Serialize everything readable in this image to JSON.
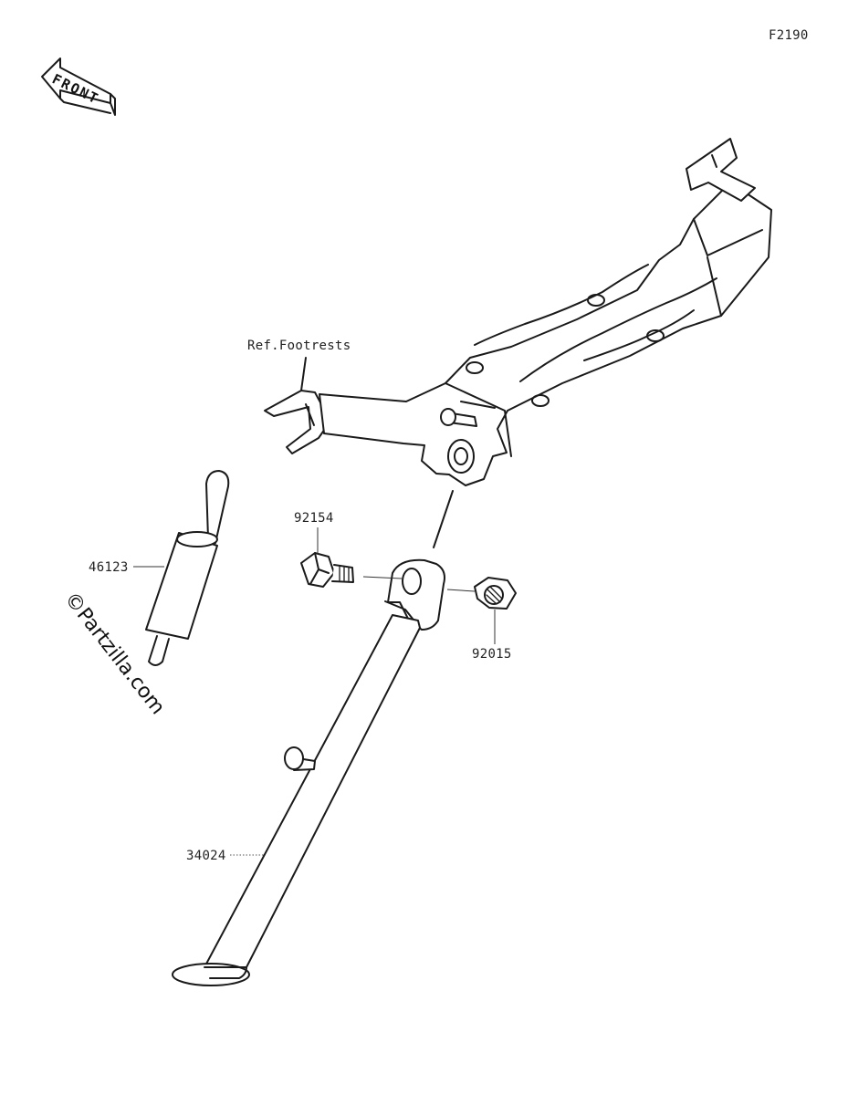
{
  "diagram": {
    "figure_code": "F2190",
    "front_label": "FRONT",
    "watermark": "©Partzilla.com",
    "callouts": {
      "ref_footrests": "Ref.Footrests",
      "pivot_bolt": "92154",
      "nut": "92015",
      "spring": "46123",
      "side_stand": "34024"
    }
  }
}
